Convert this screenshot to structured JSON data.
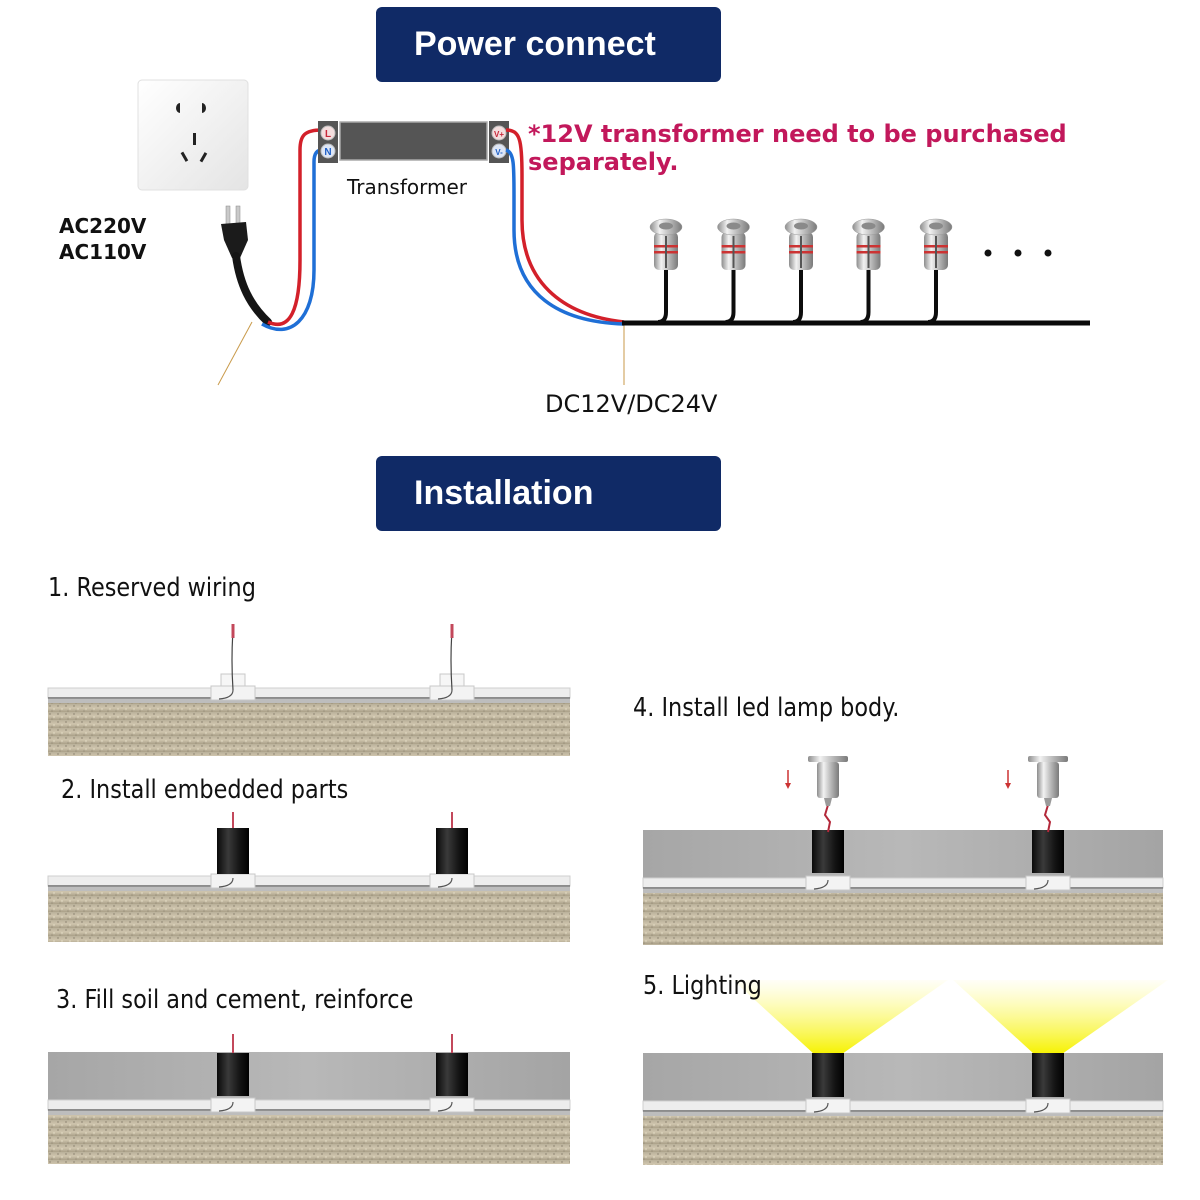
{
  "power_section": {
    "title": "Power connect",
    "note": "*12V transformer need to be purchased separately.",
    "input_voltages": [
      "AC220V",
      "AC110V"
    ],
    "transformer_label": "Transformer",
    "transformer_terminals": {
      "input": [
        "L",
        "N"
      ],
      "output": [
        "V+",
        "V-"
      ]
    },
    "output_voltage": "DC12V/DC24V",
    "lamp_count_shown": 5,
    "continuation": "• • •"
  },
  "install_section": {
    "title": "Installation",
    "steps": [
      {
        "number": 1,
        "label": "1. Reserved wiring"
      },
      {
        "number": 2,
        "label": "2. Install embedded parts"
      },
      {
        "number": 3,
        "label": "3. Fill soil and cement, reinforce"
      },
      {
        "number": 4,
        "label": "4. Install led lamp body."
      },
      {
        "number": 5,
        "label": "5. Lighting"
      }
    ]
  },
  "colors": {
    "banner": "#102a66",
    "note": "#c2185b",
    "wire_live": "#d3202a",
    "wire_neutral": "#1f6fd6",
    "light_beam": "#f6f200"
  }
}
